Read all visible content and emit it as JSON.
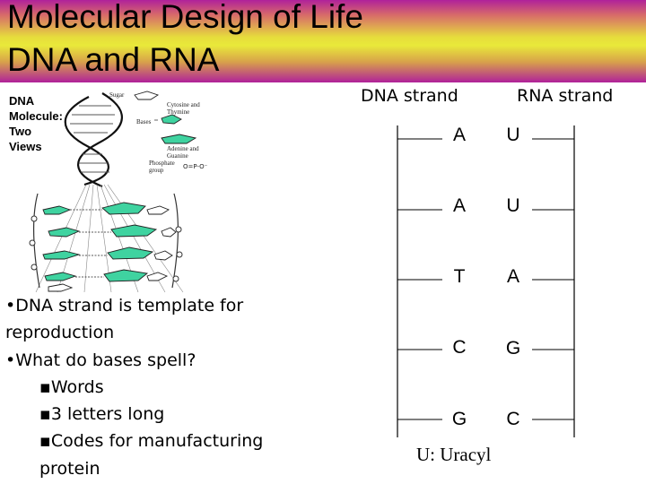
{
  "title": {
    "line1": "Molecular Design of Life",
    "line2": "DNA and RNA"
  },
  "figure": {
    "label": "DNA\nMolecule:\nTwo\nViews",
    "legend": {
      "sugar": "Sugar",
      "bases": "Bases",
      "cytosine_thymine": "Cytosine and\nThymine",
      "adenine_guanine": "Adenine and\nGuanine",
      "phosphate": "Phosphate\ngroup"
    },
    "base_color": "#3fd3a0"
  },
  "bullets": [
    {
      "text": "•DNA strand is template for",
      "level": 1
    },
    {
      "text": "reproduction",
      "level": 1
    },
    {
      "text": "•What do bases spell?",
      "level": 1
    },
    {
      "text": "▪Words",
      "level": 2
    },
    {
      "text": "▪3 letters long",
      "level": 2
    },
    {
      "text": "▪Codes for manufacturing",
      "level": 2
    },
    {
      "text": "protein",
      "level": 2
    }
  ],
  "diagram": {
    "dna_heading": "DNA strand",
    "rna_heading": "RNA strand",
    "pairs": [
      {
        "dna": "A",
        "rna": "U"
      },
      {
        "dna": "A",
        "rna": "U"
      },
      {
        "dna": "T",
        "rna": "A"
      },
      {
        "dna": "C",
        "rna": "G"
      },
      {
        "dna": "G",
        "rna": "C"
      }
    ],
    "footnote": "U: Uracyl"
  }
}
